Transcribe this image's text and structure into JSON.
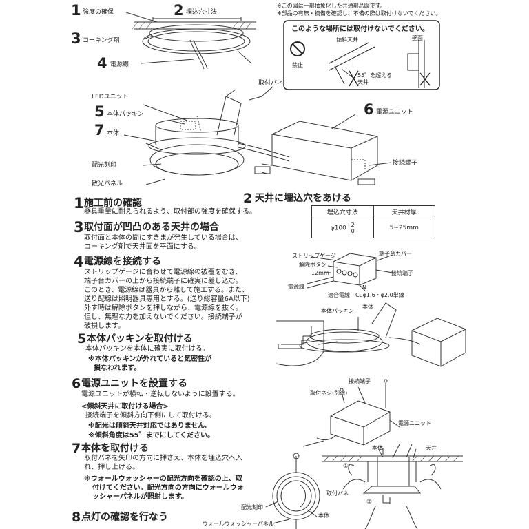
{
  "top_labels": {
    "l1_num": "1",
    "l1": "強度の確保",
    "l2_num": "2",
    "l2": "埋込穴寸法",
    "l3_num": "3",
    "l3": "コーキング剤",
    "l4_num": "4",
    "l4": "電源線",
    "clip_spring": "取付バネ",
    "led_unit": "LEDユニット",
    "l5_num": "5",
    "l5": "本体パッキン",
    "l7_num": "7",
    "l7": "本体",
    "light_mark": "配光刻印",
    "diffuse": "散光パネル",
    "l6_num": "6",
    "l6": "電源ユニット",
    "terminal": "接続端子",
    "l2b": "天井に埋込穴をあける"
  },
  "notes": {
    "note1": "※この図は一部抽象化した共通部品図です。",
    "note2": "※部品の有無・摘備を確認し、不備の際は取付けないでください。"
  },
  "warning_box": {
    "title": "このような場所には取付けないでください。",
    "forbid": "禁止",
    "sloped": "傾斜天井",
    "wall": "壁面",
    "angle": "55゜を超える",
    "angle2": "天井"
  },
  "table": {
    "h1": "埋込穴寸法",
    "h2": "天井材厚",
    "v1": "φ100",
    "v1_sup": "+2",
    "v1_sub": "−0",
    "v2": "5~25mm"
  },
  "steps": {
    "s1_num": "1",
    "s1_head": "施工前の確認",
    "s1_l1": "器具重量に耐えられるよう、取付部の強度を確保する。",
    "s3_num": "3",
    "s3_head": "取付面が凹凸のある天井の場合",
    "s3_l1": "取付面と本体の間にすきまが発生している場合は、",
    "s3_l2": "コーキング剤で天井面を平面にする。",
    "s4_num": "4",
    "s4_head": "電源線を接続する",
    "s4_l1": "ストリップゲージに合わせて電源線の被覆をむき、",
    "s4_l2": "端子台カバーの上から接続端子に確実に差し込む。",
    "s4_l3": "このとき、電源線は器具から離して施工する。また、",
    "s4_l4": "送り配線は照明器具専用とする。(送り総容量6A以下)",
    "s4_l5": "外す時は解除ボタンを押しながら、電源線を抜く。",
    "s4_l6": "但し、無理な力を加えないでください。接続端子が",
    "s4_l7": "破損します。",
    "s5_num": "5",
    "s5_head": "本体パッキンを取付ける",
    "s5_l1": "本体パッキンを本体に確実に取付ける。",
    "s5_l2": "※本体パッキンが外れていると気密性が",
    "s5_l3": "損なわれます。",
    "s6_num": "6",
    "s6_head": "電源ユニットを設置する",
    "s6_l1": "電源ユニットが横転・逆転しないように設置する。",
    "s6_l2": "<傾斜天井に取付ける場合>",
    "s6_l3": "接続端子を傾斜方向下側にして取付ける。",
    "s6_l4": "※配光は傾斜天井対応ではありません。",
    "s6_l5": "※傾斜角度は55゜までにしてください。",
    "s7_num": "7",
    "s7_head": "本体を取付ける",
    "s7_l1": "取付バネを矢印の方向に押さえ、本体を埋込穴へ入",
    "s7_l2": "れ、押し上げる。",
    "s7_l3": "※ウォールウォッシャーの配光方向を確認の上、取",
    "s7_l4": "付けてください。配光方向の方向にウォールウォ",
    "s7_l5": "ッシャーパネルが照射します。",
    "s8_num": "8",
    "s8_head": "点灯の確認を行なう"
  },
  "diagram_labels": {
    "strip": "ストリップゲージ",
    "release": "解除ボタン",
    "cover": "端子台カバー",
    "terminal": "接続端子",
    "mm12": "12mm",
    "power": "電源線",
    "n": "N",
    "wire": "適合電線　Cuφ1.6・φ2.0単線",
    "body": "本体",
    "packing": "本体パッキン",
    "term2": "接続端子",
    "screw": "取付ネジ(別途)",
    "psu": "電源ユニット",
    "body2": "本体",
    "ceiling": "天井",
    "clip": "取付バネ",
    "c1": "①",
    "c2": "②",
    "light_mark2": "配光刻印",
    "body3": "本体",
    "wallwash": "ウォールウォッシャーパネル"
  }
}
